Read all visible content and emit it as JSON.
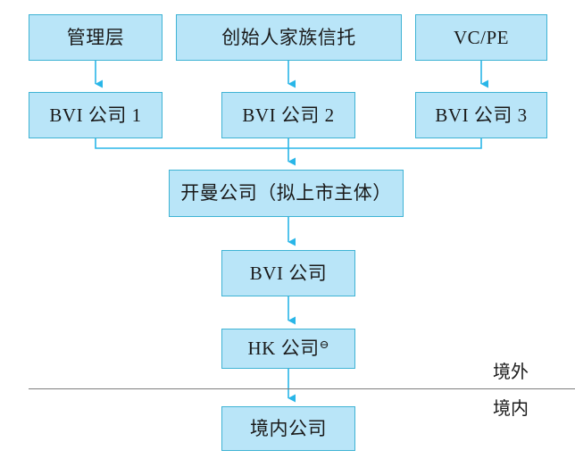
{
  "diagram": {
    "type": "org-structure-flowchart",
    "title_text": "",
    "colors": {
      "node_fill": "#b9e5f8",
      "node_border": "#3fb3d4",
      "connector": "#29b6e8",
      "boundary_line": "#7d7d7d",
      "text": "#1a1a1a"
    },
    "nodes": [
      {
        "id": "mgmt",
        "label": "管理层",
        "marker": ""
      },
      {
        "id": "founder",
        "label": "创始人家族信托",
        "marker": ""
      },
      {
        "id": "vcpe",
        "label": "VC/PE",
        "marker": ""
      },
      {
        "id": "bvi1",
        "label": "BVI 公司 1",
        "marker": ""
      },
      {
        "id": "bvi2",
        "label": "BVI 公司 2",
        "marker": ""
      },
      {
        "id": "bvi3",
        "label": "BVI 公司 3",
        "marker": ""
      },
      {
        "id": "cayman",
        "label": "开曼公司（拟上市主体）",
        "marker": ""
      },
      {
        "id": "bvi",
        "label": "BVI 公司",
        "marker": ""
      },
      {
        "id": "hk",
        "label": "HK 公司",
        "marker": "⊖"
      },
      {
        "id": "domestic",
        "label": "境内公司",
        "marker": ""
      }
    ],
    "region_labels": {
      "offshore": "境外",
      "onshore": "境内"
    },
    "edges": [
      {
        "from": "mgmt",
        "to": "bvi1"
      },
      {
        "from": "founder",
        "to": "bvi2"
      },
      {
        "from": "vcpe",
        "to": "bvi3"
      },
      {
        "from": "bvi1",
        "to": "cayman"
      },
      {
        "from": "bvi2",
        "to": "cayman"
      },
      {
        "from": "bvi3",
        "to": "cayman"
      },
      {
        "from": "cayman",
        "to": "bvi"
      },
      {
        "from": "bvi",
        "to": "hk"
      },
      {
        "from": "hk",
        "to": "domestic"
      }
    ]
  }
}
